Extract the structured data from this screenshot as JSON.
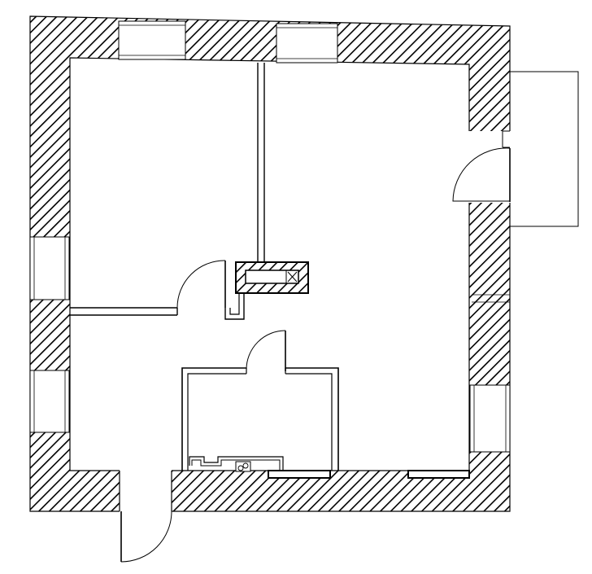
{
  "plan": {
    "colors": {
      "background": "#ffffff",
      "line": "#000000",
      "hatch": "#000000",
      "window_fill": "#ffffff"
    },
    "elements": {
      "outer_wall": "hatched-exterior-wall",
      "partitions": "interior-partition",
      "chimney": "hatched-chimney-block",
      "doors": "door-swing-arc",
      "windows": "window-opening",
      "balcony": "balcony-outline",
      "kitchen_counter": "kitchen-counter",
      "stove": "stove-burners"
    }
  }
}
